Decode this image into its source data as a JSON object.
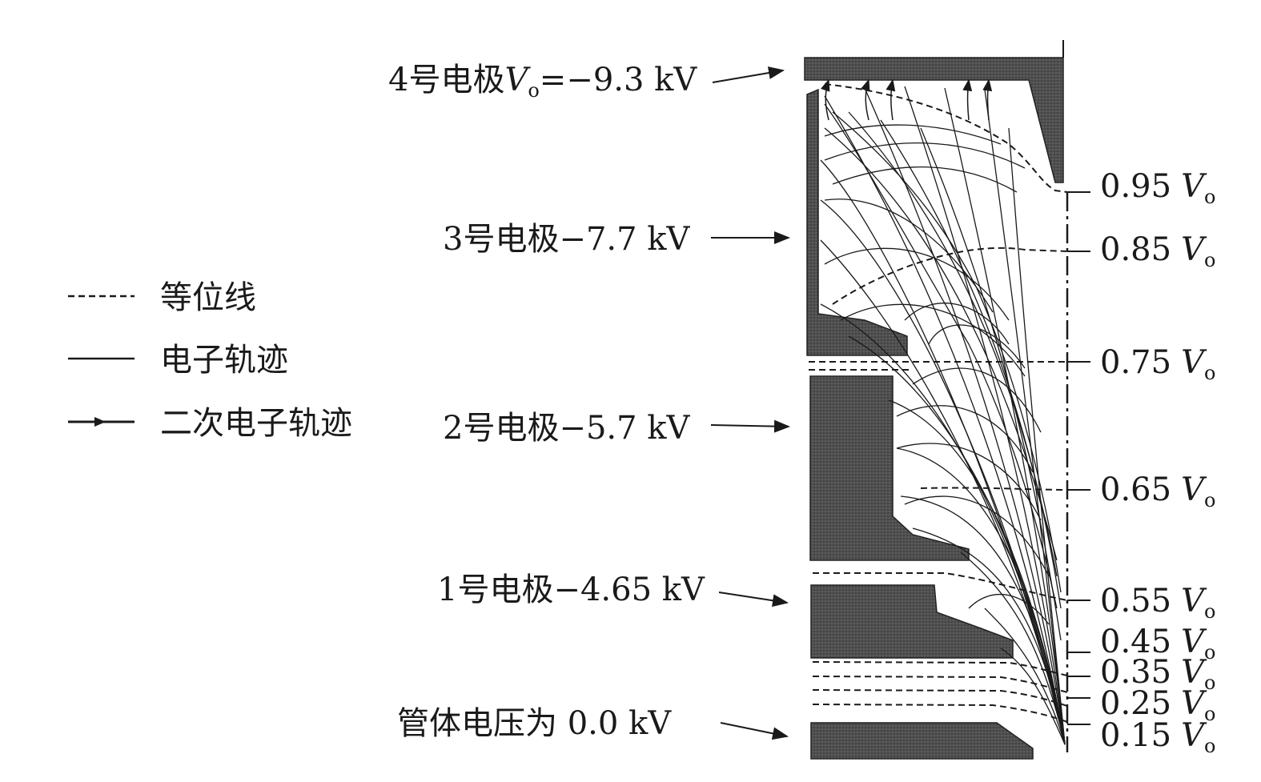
{
  "legend": {
    "items": [
      {
        "style": "dashed",
        "label": "等位线"
      },
      {
        "style": "solid",
        "label": "电子轨迹"
      },
      {
        "style": "arrow",
        "label": "二次电子轨迹"
      }
    ]
  },
  "electrodes": [
    {
      "prefix": "4号电极",
      "var": "V",
      "sub": "o",
      "suffix": "=−9.3 kV"
    },
    {
      "prefix": "3号电极−7.7 kV"
    },
    {
      "prefix": "2号电极−5.7 kV"
    },
    {
      "prefix": "1号电极−4.65 kV"
    },
    {
      "prefix": "管体电压为 0.0 kV"
    }
  ],
  "equipotentials": [
    {
      "value": "0.95",
      "var": "V",
      "sub": "o"
    },
    {
      "value": "0.85",
      "var": "V",
      "sub": "o"
    },
    {
      "value": "0.75",
      "var": "V",
      "sub": "o"
    },
    {
      "value": "0.65",
      "var": "V",
      "sub": "o"
    },
    {
      "value": "0.55",
      "var": "V",
      "sub": "o"
    },
    {
      "value": "0.45",
      "var": "V",
      "sub": "o"
    },
    {
      "value": "0.35",
      "var": "V",
      "sub": "o"
    },
    {
      "value": "0.25",
      "var": "V",
      "sub": "o"
    },
    {
      "value": "0.15",
      "var": "V",
      "sub": "o"
    }
  ],
  "colors": {
    "ink": "#1a1a1a",
    "electrode_fill": "#4a4a4a",
    "background": "#ffffff"
  }
}
